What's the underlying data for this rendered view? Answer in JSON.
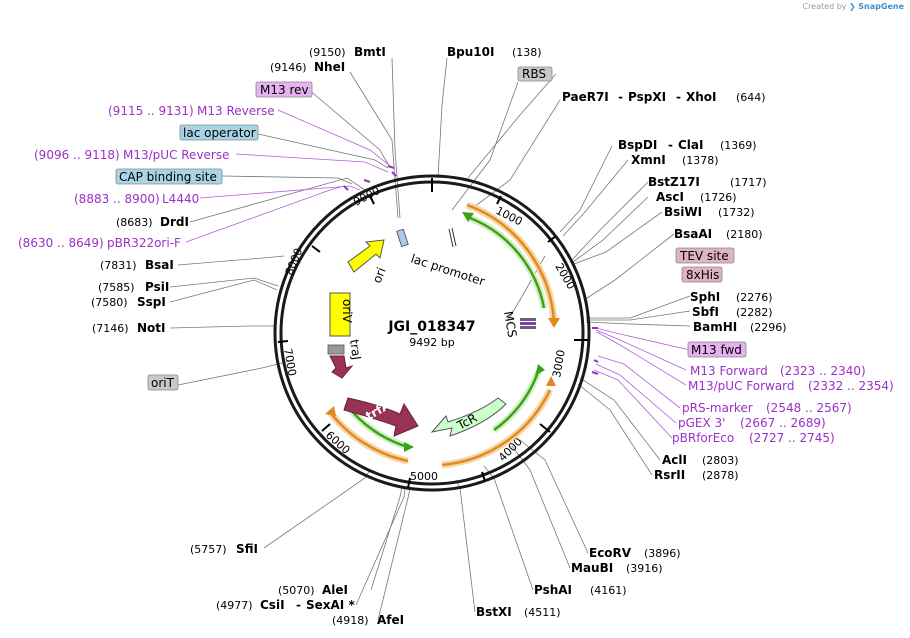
{
  "credit": {
    "prefix": "Created by",
    "brand": "SnapGene"
  },
  "plasmid": {
    "name": "JGI_018347",
    "length": "9492 bp"
  },
  "ticks": [
    "1000",
    "2000",
    "3000",
    "4000",
    "5000",
    "6000",
    "7000",
    "8000",
    "9000"
  ],
  "enzymes": [
    {
      "name": "BmtI",
      "pos": "(9150)"
    },
    {
      "name": "NheI",
      "pos": "(9146)"
    },
    {
      "name": "Bpu10I",
      "pos": "(138)"
    },
    {
      "name": "PaeR7I",
      "pos": ""
    },
    {
      "name": "PspXI",
      "pos": ""
    },
    {
      "name": "XhoI",
      "pos": "(644)"
    },
    {
      "name": "BspDI",
      "pos": ""
    },
    {
      "name": "ClaI",
      "pos": "(1369)"
    },
    {
      "name": "XmnI",
      "pos": "(1378)"
    },
    {
      "name": "BstZ17I",
      "pos": "(1717)"
    },
    {
      "name": "AscI",
      "pos": "(1726)"
    },
    {
      "name": "BsiWI",
      "pos": "(1732)"
    },
    {
      "name": "BsaAI",
      "pos": "(2180)"
    },
    {
      "name": "SphI",
      "pos": "(2276)"
    },
    {
      "name": "SbfI",
      "pos": "(2282)"
    },
    {
      "name": "BamHI",
      "pos": "(2296)"
    },
    {
      "name": "AclI",
      "pos": "(2803)"
    },
    {
      "name": "RsrII",
      "pos": "(2878)"
    },
    {
      "name": "EcoRV",
      "pos": "(3896)"
    },
    {
      "name": "MauBI",
      "pos": "(3916)"
    },
    {
      "name": "PshAI",
      "pos": "(4161)"
    },
    {
      "name": "BstXI",
      "pos": "(4511)"
    },
    {
      "name": "AleI",
      "pos": "(5070)"
    },
    {
      "name": "CsiI",
      "pos": "(4977)"
    },
    {
      "name": "SexAI *",
      "pos": ""
    },
    {
      "name": "AfeI",
      "pos": "(4918)"
    },
    {
      "name": "SfiI",
      "pos": "(5757)"
    },
    {
      "name": "NotI",
      "pos": "(7146)"
    },
    {
      "name": "SspI",
      "pos": "(7580)"
    },
    {
      "name": "PsiI",
      "pos": "(7585)"
    },
    {
      "name": "BsaI",
      "pos": "(7831)"
    },
    {
      "name": "DrdI",
      "pos": "(8683)"
    }
  ],
  "primers": [
    {
      "name": "M13 Reverse",
      "range": "(9115 .. 9131)"
    },
    {
      "name": "M13/pUC Reverse",
      "range": "(9096 .. 9118)"
    },
    {
      "name": "L4440",
      "range": "(8883 .. 8900)"
    },
    {
      "name": "pBR322ori-F",
      "range": "(8630 .. 8649)"
    },
    {
      "name": "M13 Forward",
      "range": "(2323 .. 2340)"
    },
    {
      "name": "M13/pUC Forward",
      "range": "(2332 .. 2354)"
    },
    {
      "name": "pRS-marker",
      "range": "(2548 .. 2567)"
    },
    {
      "name": "pGEX 3'",
      "range": "(2667 .. 2689)"
    },
    {
      "name": "pBRforEco",
      "range": "(2727 .. 2745)"
    }
  ],
  "boxes": {
    "m13rev": "M13 rev",
    "lac_operator": "lac operator",
    "cap": "CAP binding site",
    "rbs": "RBS",
    "tev": "TEV site",
    "his": "8xHis",
    "m13fwd": "M13 fwd",
    "orit": "oriT"
  },
  "features": {
    "ori": "ori",
    "lac_promoter": "lac promoter",
    "mcs": "MCS",
    "oriv": "oriV",
    "traj": "traJ",
    "trfa": "trfA",
    "tcr": "TcR"
  },
  "colors": {
    "primer": "#9b30c8",
    "ori_yellow": "#ffff00",
    "trfa": "#993355",
    "tcr": "#ccffcc",
    "orange_arc": "#e38a1e",
    "green_arc": "#3aa21a",
    "gray_box": "#c8c8c8",
    "blue_box": "#a8d4e6",
    "pink_box": "#dfb3c4",
    "violet_box": "#e6b3f0"
  }
}
